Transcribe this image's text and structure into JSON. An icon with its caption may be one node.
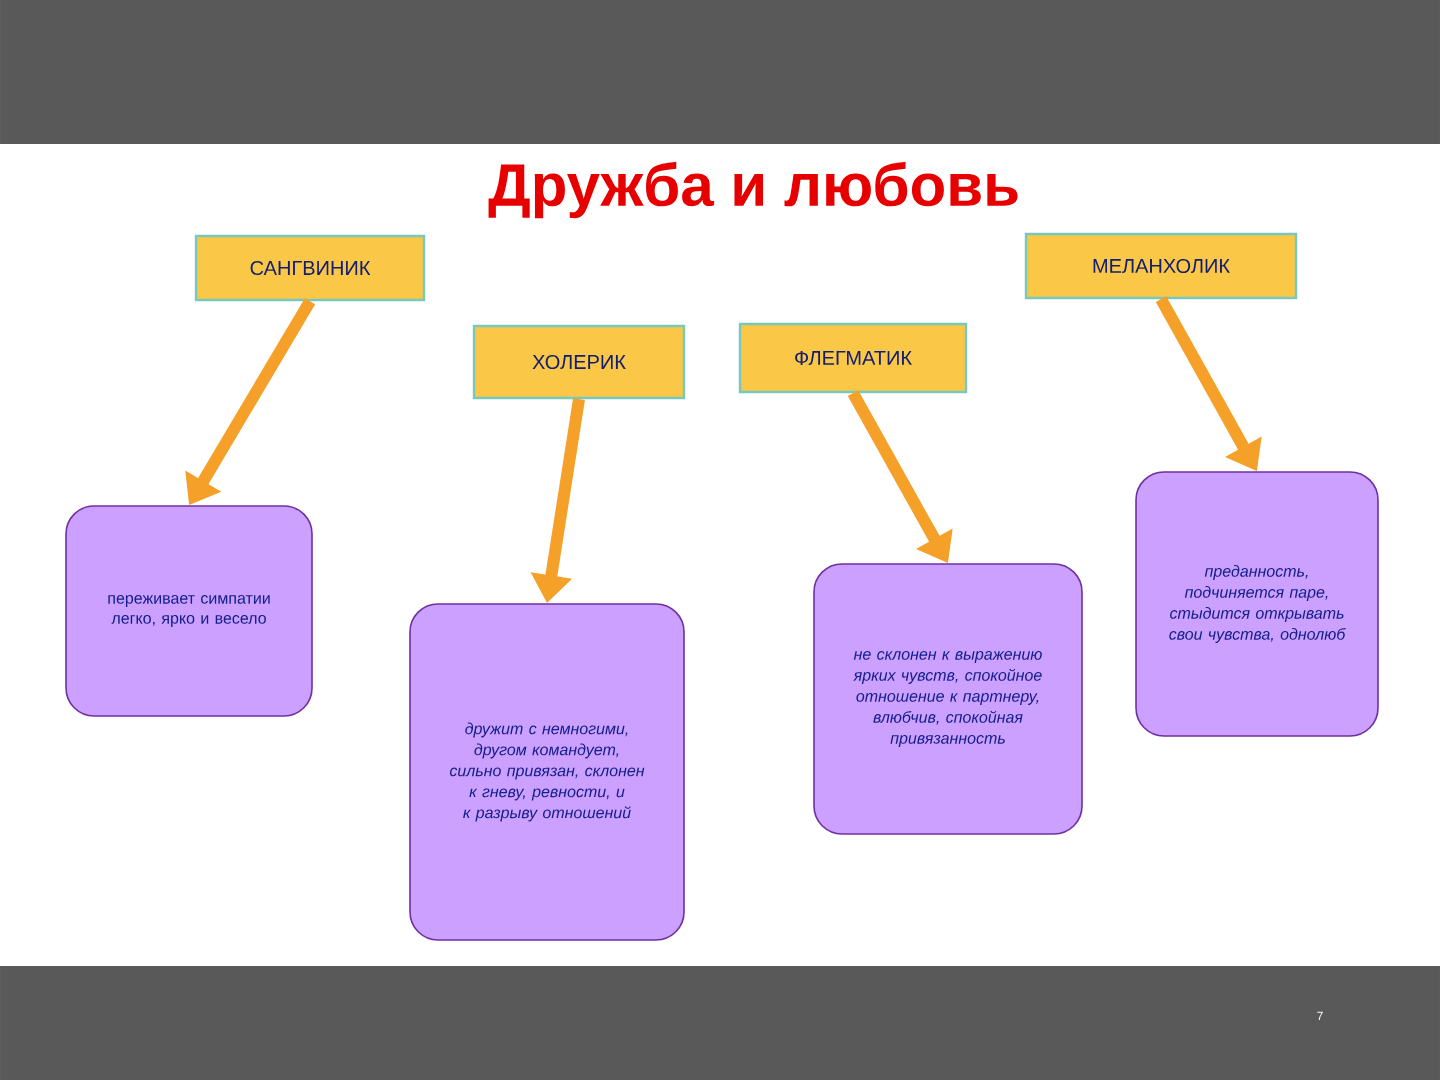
{
  "diagram": {
    "title": "Дружба и любовь",
    "nodes": [
      {
        "text": [
          "САНГВИНИК"
        ]
      },
      {
        "text": [
          "МЕЛАНХОЛИК"
        ]
      },
      {
        "text": [
          "ХОЛЕРИК"
        ]
      },
      {
        "text": [
          "ФЛЕГМАТИК"
        ]
      },
      {
        "text": [
          "переживает симпатии легко, ярко и весело"
        ]
      },
      {
        "text": [
          "дружит с немногими, другом командует, сильно привязан, склонен к гневу, ревности, и к разрыву отношений"
        ]
      },
      {
        "text": [
          "не склонен к выражению ярких чувств, спокойное отношение к партнеру, влюбчив, спокойная привязанность"
        ]
      },
      {
        "text": [
          "преданность, подчиняется паре, стыдится открывать свои чувства, однолюб"
        ]
      }
    ],
    "edges": [
      {
        "from": 0,
        "to": 4,
        "arrow": "to"
      },
      {
        "from": 2,
        "to": 5,
        "arrow": "to"
      },
      {
        "from": 3,
        "to": 6,
        "arrow": "to"
      },
      {
        "from": 1,
        "to": 7,
        "arrow": "to"
      }
    ],
    "labels": [
      "7"
    ]
  }
}
